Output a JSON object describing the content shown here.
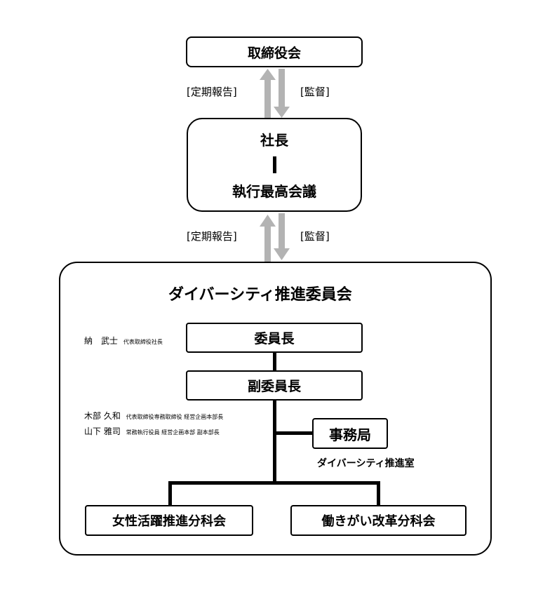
{
  "board": {
    "label": "取締役会"
  },
  "relation_top": {
    "report": "[定期報告]",
    "supervise": "[監督]"
  },
  "executive": {
    "president": "社長",
    "meeting": "執行最高会議"
  },
  "relation_mid": {
    "report": "[定期報告]",
    "supervise": "[監督]"
  },
  "committee": {
    "title": "ダイバーシティ推進委員会",
    "chair": "委員長",
    "vice_chair": "副委員長",
    "secretariat": "事務局",
    "secretariat_sub": "ダイバーシティ推進室",
    "subcommittee_women": "女性活躍推進分科会",
    "subcommittee_work": "働きがい改革分科会",
    "chair_member": {
      "name": "納　武士",
      "title": "代表取締役社長"
    },
    "vice_members": [
      {
        "name": "木部 久和",
        "title": "代表取締役専務取締役  経営企画本部長"
      },
      {
        "name": "山下 雅司",
        "title": "常務執行役員  経営企画本部  副本部長"
      }
    ]
  }
}
